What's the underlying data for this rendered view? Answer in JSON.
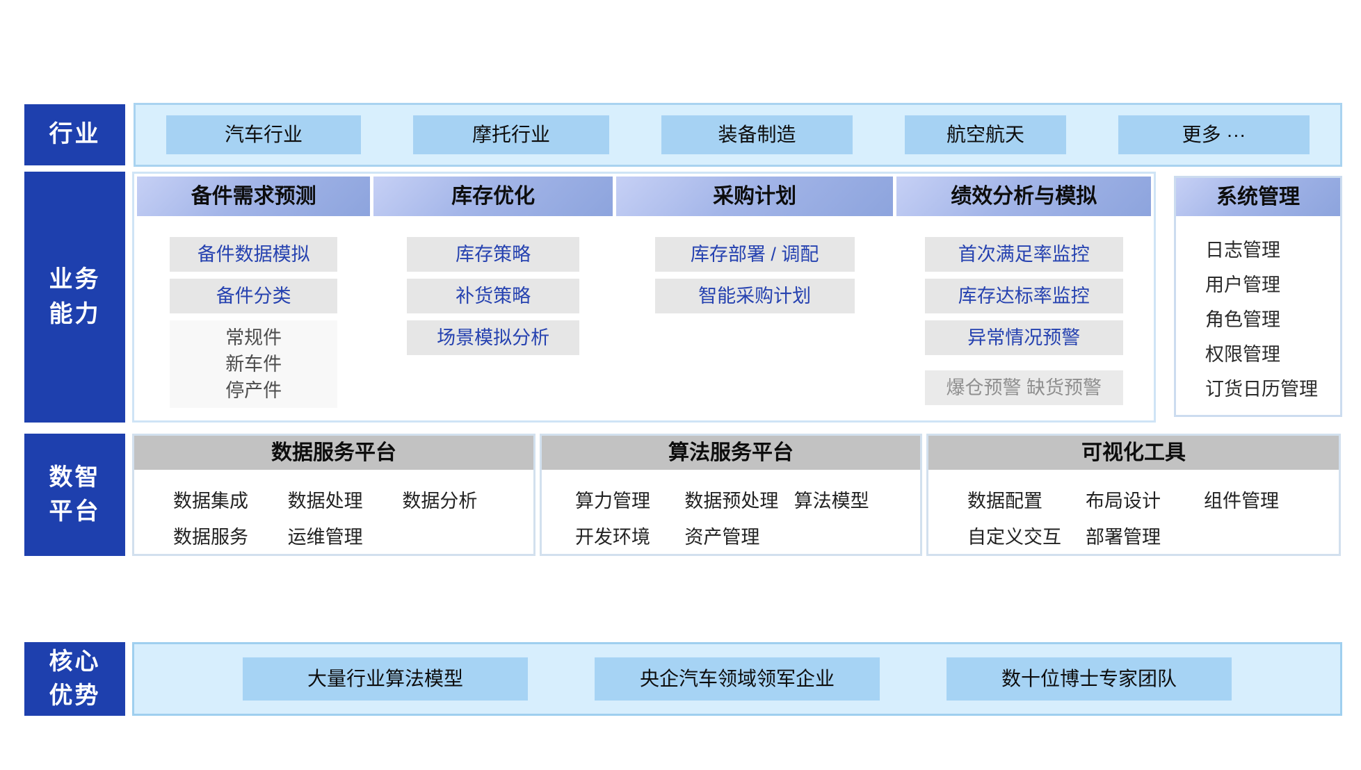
{
  "palette": {
    "sidebar_blue": "#1e40ae",
    "light_blue_fill": "#d8effd",
    "light_blue_border": "#a9d3f0",
    "tab_blue": "#a6d2f3",
    "header_gradient_light": "#c6d0f5",
    "header_gradient_dark": "#8da4dd",
    "chip_gray": "#e6e6e6",
    "chip_link_blue": "#2642b0",
    "muted_text": "#8f8f8f",
    "platform_header_gray": "#c2c2c2"
  },
  "sidebar": {
    "industry": {
      "line1": "行业"
    },
    "business": {
      "line1": "业务",
      "line2": "能力"
    },
    "platform": {
      "line1": "数智",
      "line2": "平台"
    },
    "advantage": {
      "line1": "核心",
      "line2": "优势"
    }
  },
  "industry_tabs": [
    "汽车行业",
    "摩托行业",
    "装备制造",
    "航空航天",
    "更多 ···"
  ],
  "business": {
    "col1": {
      "header": "备件需求预测",
      "chip1": "备件数据模拟",
      "chip2": "备件分类",
      "plain1": "常规件",
      "plain2": "新车件",
      "plain3": "停产件"
    },
    "col2": {
      "header": "库存优化",
      "chip1": "库存策略",
      "chip2": "补货策略",
      "chip3": "场景模拟分析"
    },
    "col3": {
      "header": "采购计划",
      "chip1": "库存部署 / 调配",
      "chip2": "智能采购计划"
    },
    "col4": {
      "header": "绩效分析与模拟",
      "chip1": "首次满足率监控",
      "chip2": "库存达标率监控",
      "chip3": "异常情况预警",
      "muted": "爆仓预警 缺货预警"
    },
    "system": {
      "header": "系统管理",
      "item1": "日志管理",
      "item2": "用户管理",
      "item3": "角色管理",
      "item4": "权限管理",
      "item5": "订货日历管理"
    }
  },
  "platform_boxes": {
    "data": {
      "header": "数据服务平台",
      "items": [
        "数据集成",
        "数据处理",
        "数据分析",
        "数据服务",
        "运维管理"
      ]
    },
    "algo": {
      "header": "算法服务平台",
      "items": [
        "算力管理",
        "数据预处理",
        "算法模型",
        "开发环境",
        "资产管理"
      ]
    },
    "visual": {
      "header": "可视化工具",
      "items": [
        "数据配置",
        "布局设计",
        "组件管理",
        "自定义交互",
        "部署管理"
      ]
    }
  },
  "advantages": [
    "大量行业算法模型",
    "央企汽车领域领军企业",
    "数十位博士专家团队"
  ]
}
